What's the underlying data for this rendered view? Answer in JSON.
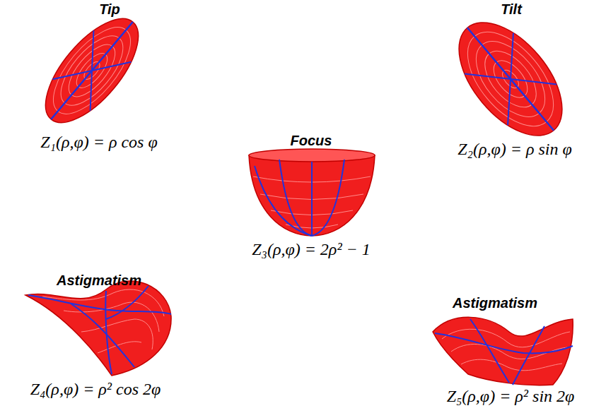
{
  "diagram": {
    "labels": [
      "Tip",
      "Tilt",
      "Z₁(ρ,φ) = ρ cos φ",
      "Focus",
      "Z₂(ρ,φ) = ρ sin φ",
      "Z₃(ρ,φ) = 2ρ² − 1",
      "Astigmatism",
      "Astigmatism",
      "Z₄(ρ,φ) = ρ² cos 2φ",
      "Z₅(ρ,φ) = ρ² sin 2φ"
    ]
  }
}
